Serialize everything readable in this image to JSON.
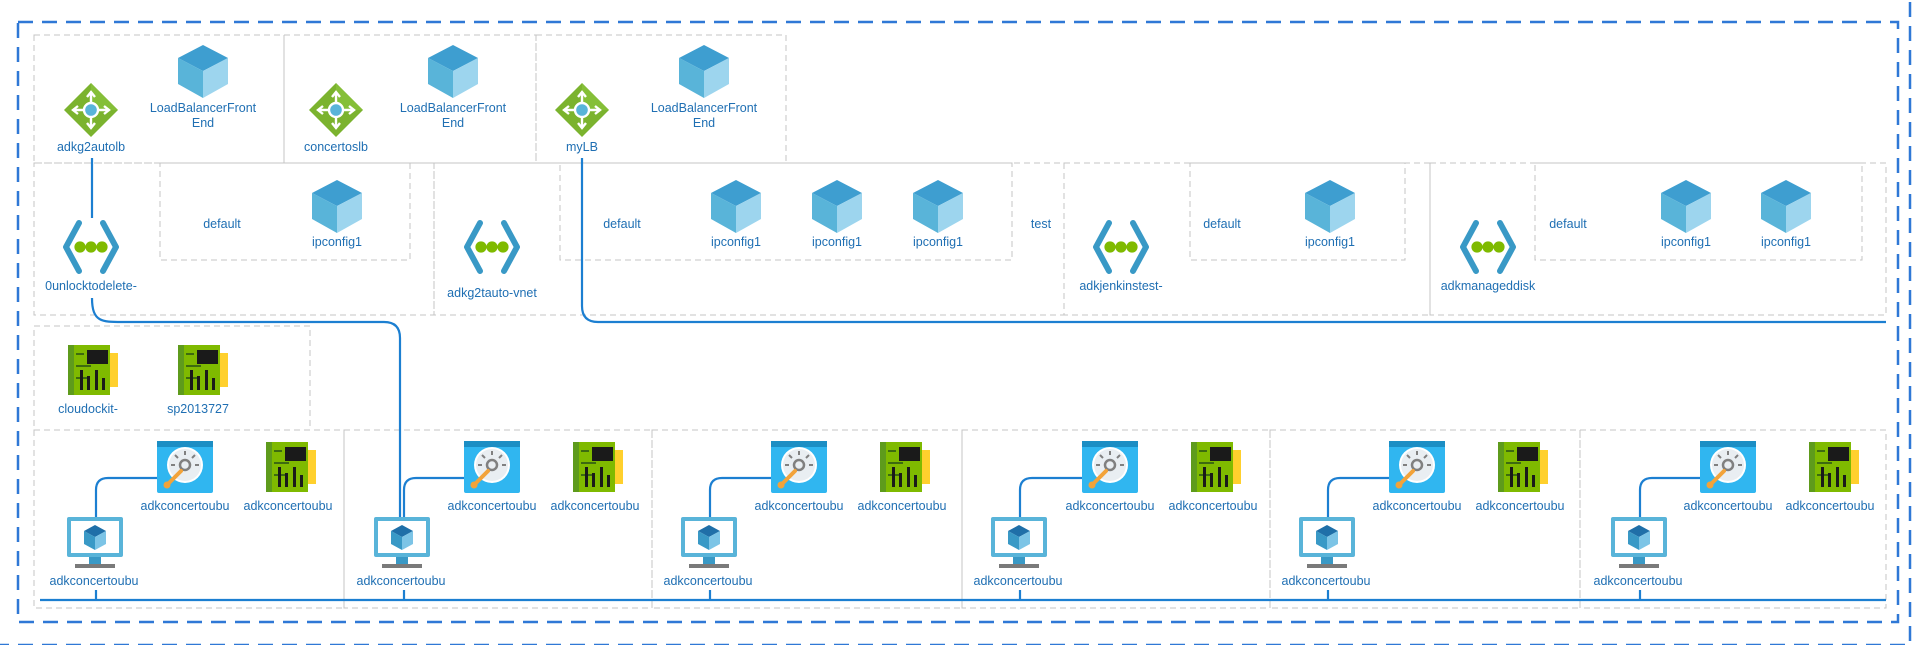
{
  "colors": {
    "outer_border": "#2f78d6",
    "connector": "#1c7fd1",
    "group_border": "#c4c4c4",
    "label_text": "#1f6fb3",
    "lb_green": "#7bb32e",
    "cube_blue": "#59b4d9",
    "nic_green": "#7fba00",
    "disk_blue": "#30b6f0",
    "vm_blue": "#59b4d9"
  },
  "load_balancers": [
    {
      "icon": "load-balancer-icon",
      "label": "adkg2autolb",
      "frontend_label": "LoadBalancerFrontEnd"
    },
    {
      "icon": "load-balancer-icon",
      "label": "concertoslb",
      "frontend_label": "LoadBalancerFrontEnd"
    },
    {
      "icon": "load-balancer-icon",
      "label": "myLB",
      "frontend_label": "LoadBalancerFrontEnd"
    }
  ],
  "vnets": [
    {
      "icon": "virtual-network-icon",
      "label": "0unlocktodelete-",
      "subnet": "default",
      "ipconfigs": [
        "ipconfig1"
      ]
    },
    {
      "icon": "virtual-network-icon",
      "label": "adkg2tauto-vnet",
      "subnet": "default",
      "ipconfigs": [
        "ipconfig1",
        "ipconfig1",
        "ipconfig1"
      ],
      "extra_subnet": "test"
    },
    {
      "icon": "virtual-network-icon",
      "label": "adkjenkinstest-",
      "subnet": "default",
      "ipconfigs": [
        "ipconfig1"
      ]
    },
    {
      "icon": "virtual-network-icon",
      "label": "adkmanageddisk",
      "subnet": "default",
      "ipconfigs": [
        "ipconfig1",
        "ipconfig1"
      ]
    }
  ],
  "standalone_nics": [
    {
      "icon": "network-interface-icon",
      "label": "cloudockit-"
    },
    {
      "icon": "network-interface-icon",
      "label": "sp2013727"
    }
  ],
  "vm_groups": [
    {
      "vm_label": "adkconcertoubu",
      "disk_label": "adkconcertoubu",
      "nic_label": "adkconcertoubu"
    },
    {
      "vm_label": "adkconcertoubu",
      "disk_label": "adkconcertoubu",
      "nic_label": "adkconcertoubu"
    },
    {
      "vm_label": "adkconcertoubu",
      "disk_label": "adkconcertoubu",
      "nic_label": "adkconcertoubu"
    },
    {
      "vm_label": "adkconcertoubu",
      "disk_label": "adkconcertoubu",
      "nic_label": "adkconcertoubu"
    },
    {
      "vm_label": "adkconcertoubu",
      "disk_label": "adkconcertoubu",
      "nic_label": "adkconcertoubu"
    },
    {
      "vm_label": "adkconcertoubu",
      "disk_label": "adkconcertoubu",
      "nic_label": "adkconcertoubu"
    }
  ]
}
